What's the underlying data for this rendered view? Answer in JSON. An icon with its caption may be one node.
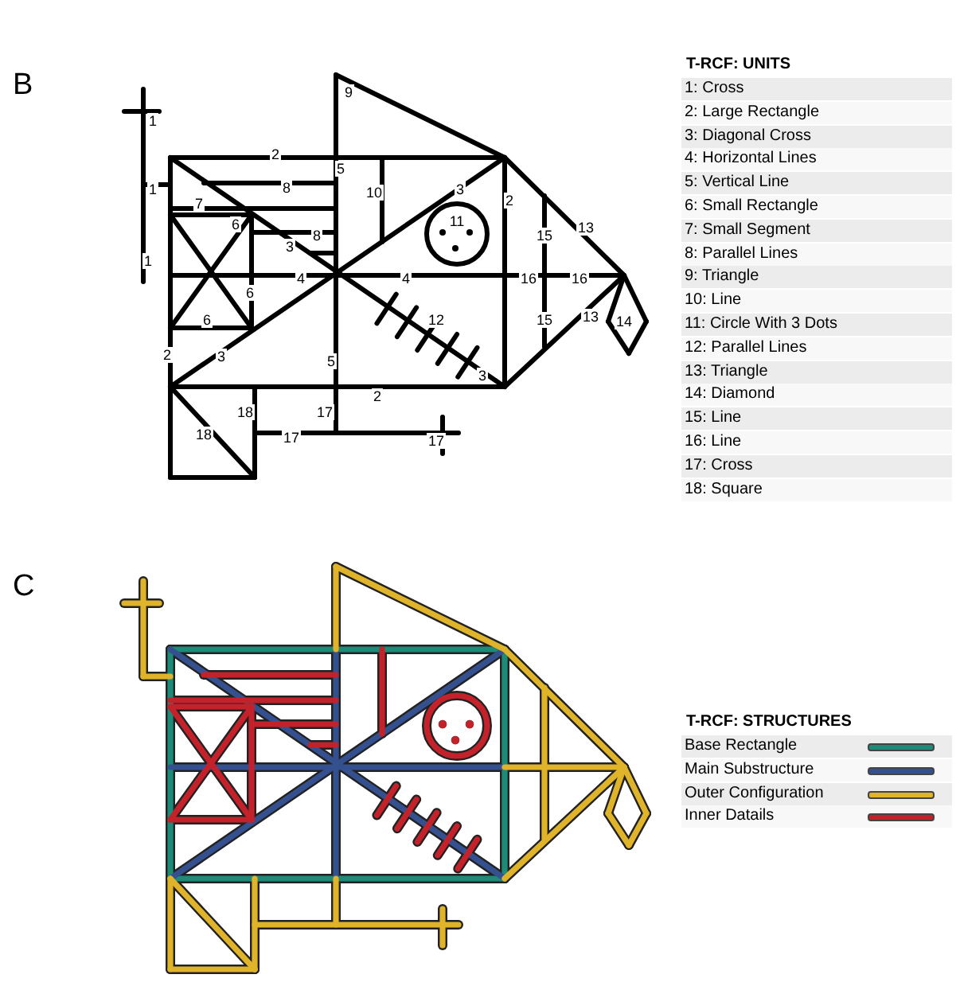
{
  "diagram": {
    "labels": [
      "B",
      "9",
      "1",
      "2",
      "5",
      "1",
      "8",
      "10",
      "3",
      "7",
      "2",
      "6",
      "11",
      "13",
      "8",
      "15",
      "3",
      "1",
      "4",
      "4",
      "16",
      "16",
      "6",
      "6",
      "12",
      "15",
      "13",
      "14",
      "2",
      "3",
      "5",
      "3",
      "2",
      "18",
      "17",
      "18",
      "17",
      "17",
      "T-RCF: UNITS",
      "1: Cross",
      "2: Large Rectangle",
      "3: Diagonal Cross",
      "4: Horizontal Lines",
      "5: Vertical Line",
      "6: Small Rectangle",
      "7: Small Segment",
      "8: Parallel Lines",
      "9: Triangle",
      "10: Line",
      "11: Circle With 3 Dots",
      "12: Parallel Lines",
      "13: Triangle",
      "14: Diamond",
      "15: Line",
      "16: Line",
      "17: Cross",
      "18: Square",
      "C",
      "T-RCF: STRUCTURES"
    ],
    "legend": [
      {
        "text": "Base Rectangle",
        "color": "#1f8a78"
      },
      {
        "text": "Main Substructure",
        "color": "#34508f"
      },
      {
        "text": "Outer Configuration",
        "color": "#e0b42a"
      },
      {
        "text": "Inner Datails",
        "color": "#c4222b"
      }
    ]
  }
}
